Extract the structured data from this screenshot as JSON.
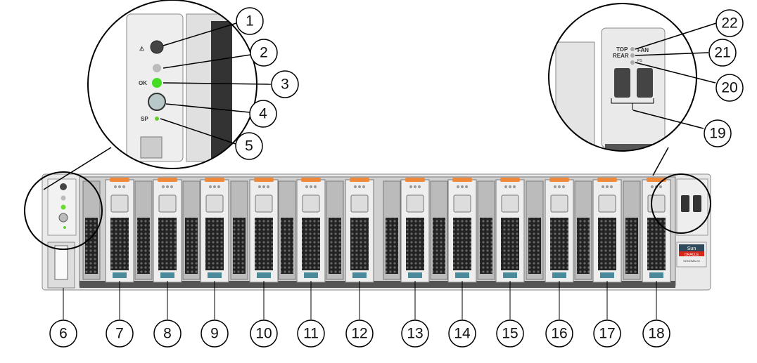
{
  "figure": {
    "callouts": [
      "1",
      "2",
      "3",
      "4",
      "5",
      "6",
      "7",
      "8",
      "9",
      "10",
      "11",
      "12",
      "13",
      "14",
      "15",
      "16",
      "17",
      "18",
      "19",
      "20",
      "21",
      "22"
    ],
    "panel_labels": {
      "top": "TOP",
      "fan": "FAN",
      "rear": "REAR",
      "ps": "PS",
      "ok": "OK",
      "sp": "SP"
    },
    "badge": {
      "brand": "Sun",
      "vendor": "ORACLE",
      "model": "SONOMA 2U"
    },
    "colors": {
      "ok_led": "#44dd22",
      "sp_led": "#66cc33",
      "badge_dark": "#2f4a5a",
      "badge_red": "#d9261c",
      "drive_tab": "#f08a3a"
    }
  }
}
